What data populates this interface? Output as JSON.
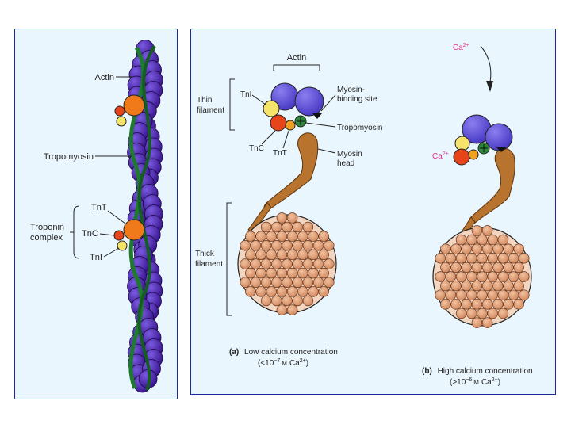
{
  "colors": {
    "panel_bg": "#eaf6fd",
    "panel_border": "#1a2a9a",
    "actin": "#4a1fae",
    "actin_right": "#5b4bd6",
    "tropomyosin": "#1e7a2e",
    "tnt": "#f07a1a",
    "tnc": "#e8441a",
    "tni": "#f6e36a",
    "myosin": "#b8742e",
    "thick_bead": "#e2a57d",
    "calcium_label": "#e0338a"
  },
  "left": {
    "actin_label": "Actin",
    "tropomyosin_label": "Tropomyosin",
    "troponin_label_line1": "Troponin",
    "troponin_label_line2": "complex",
    "tnt_label": "TnT",
    "tnc_label": "TnC",
    "tni_label": "TnI"
  },
  "right": {
    "actin_label": "Actin",
    "thin_filament_line1": "Thin",
    "thin_filament_line2": "filament",
    "tni_label": "TnI",
    "tnc_label": "TnC",
    "tnt_label": "TnT",
    "myosin_site_line1": "Myosin-",
    "myosin_site_line2": "binding site",
    "tropomyosin_label": "Tropomyosin",
    "myosin_head_line1": "Myosin",
    "myosin_head_line2": "head",
    "thick_filament_line1": "Thick",
    "thick_filament_line2": "filament",
    "ca_top_base": "Ca",
    "ca_top_sup": "2+",
    "ca_side_base": "Ca",
    "ca_side_sup": "2+",
    "caption_a_letter": "(a)",
    "caption_a_text": "Low calcium concentration",
    "caption_a_conc_pre": "(<10",
    "caption_a_conc_exp": "−7",
    "caption_a_conc_unit": "M",
    "caption_a_conc_post": "Ca",
    "caption_a_conc_ion": "2+",
    "caption_a_conc_close": ")",
    "caption_b_letter": "(b)",
    "caption_b_text": "High calcium concentration",
    "caption_b_conc_pre": "(>10",
    "caption_b_conc_exp": "−6",
    "caption_b_conc_unit": "M",
    "caption_b_conc_post": "Ca",
    "caption_b_conc_ion": "2+",
    "caption_b_conc_close": ")"
  }
}
